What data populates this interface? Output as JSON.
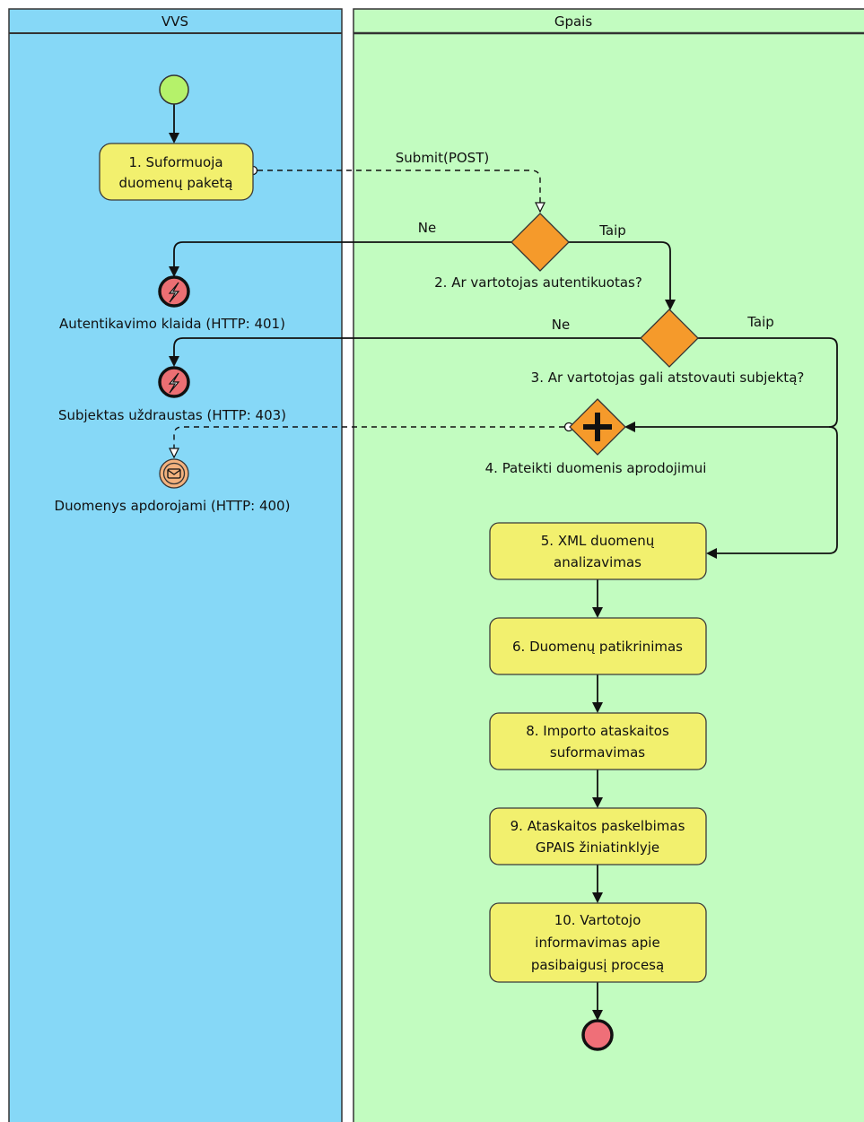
{
  "lanes": {
    "left": "VVS",
    "right": "Gpais"
  },
  "tasks": {
    "t1": [
      "1. Suformuoja",
      "duomenų paketą"
    ],
    "t5": [
      "5. XML duomenų",
      "analizavimas"
    ],
    "t6": [
      "6. Duomenų patikrinimas"
    ],
    "t8": [
      "8. Importo ataskaitos",
      "suformavimas"
    ],
    "t9": [
      "9. Ataskaitos paskelbimas",
      "GPAIS žiniatinklyje"
    ],
    "t10": [
      "10. Vartotojo",
      "informavimas apie",
      "pasibaigusį procesą"
    ]
  },
  "gateways": {
    "g2": "2. Ar vartotojas autentikuotas?",
    "g3": "3. Ar vartotojas gali atstovauti subjektą?",
    "g4": "4. Pateikti duomenis aprodojimui"
  },
  "events": {
    "e401": "Autentikavimo klaida (HTTP: 401)",
    "e403": "Subjektas uždraustas (HTTP: 403)",
    "e400": "Duomenys apdorojami (HTTP: 400)"
  },
  "flow_labels": {
    "submit": "Submit(POST)",
    "no": "Ne",
    "yes": "Taip"
  },
  "colors": {
    "left_lane": "#86d8f7",
    "right_lane": "#c2fcc0",
    "task": "#f2f06e",
    "gateway": "#f59a2b",
    "start": "#b5f26a",
    "end": "#ef6f78",
    "error_event": "#ec6f73",
    "message_event": "#f3b27e"
  }
}
